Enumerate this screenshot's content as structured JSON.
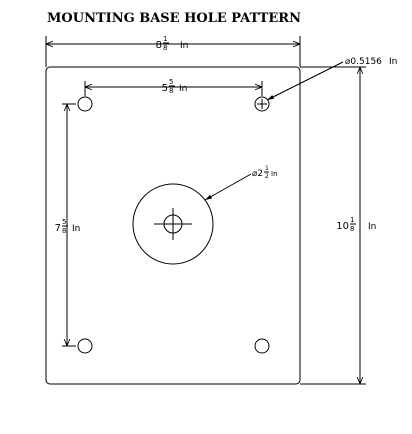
{
  "title": "MOUNTING BASE HOLE PATTERN",
  "colors": {
    "ink": "#000000",
    "background": "#ffffff"
  },
  "dimensions": {
    "overall_width": {
      "whole": "8",
      "num": "1",
      "den": "8",
      "unit": "In"
    },
    "hole_spacing_horizontal": {
      "whole": "5",
      "num": "5",
      "den": "8",
      "unit": "In"
    },
    "hole_spacing_vertical": {
      "whole": "7",
      "num": "5",
      "den": "8",
      "unit": "In"
    },
    "overall_height": {
      "whole": "10",
      "num": "1",
      "den": "8",
      "unit": "In"
    },
    "hole_diameter": {
      "prefix": "⌀",
      "value": "0.5156",
      "unit": "In"
    },
    "center_hole_diameter": {
      "prefix": "⌀",
      "whole": "2",
      "num": "1",
      "den": "2",
      "unit": "In"
    }
  }
}
